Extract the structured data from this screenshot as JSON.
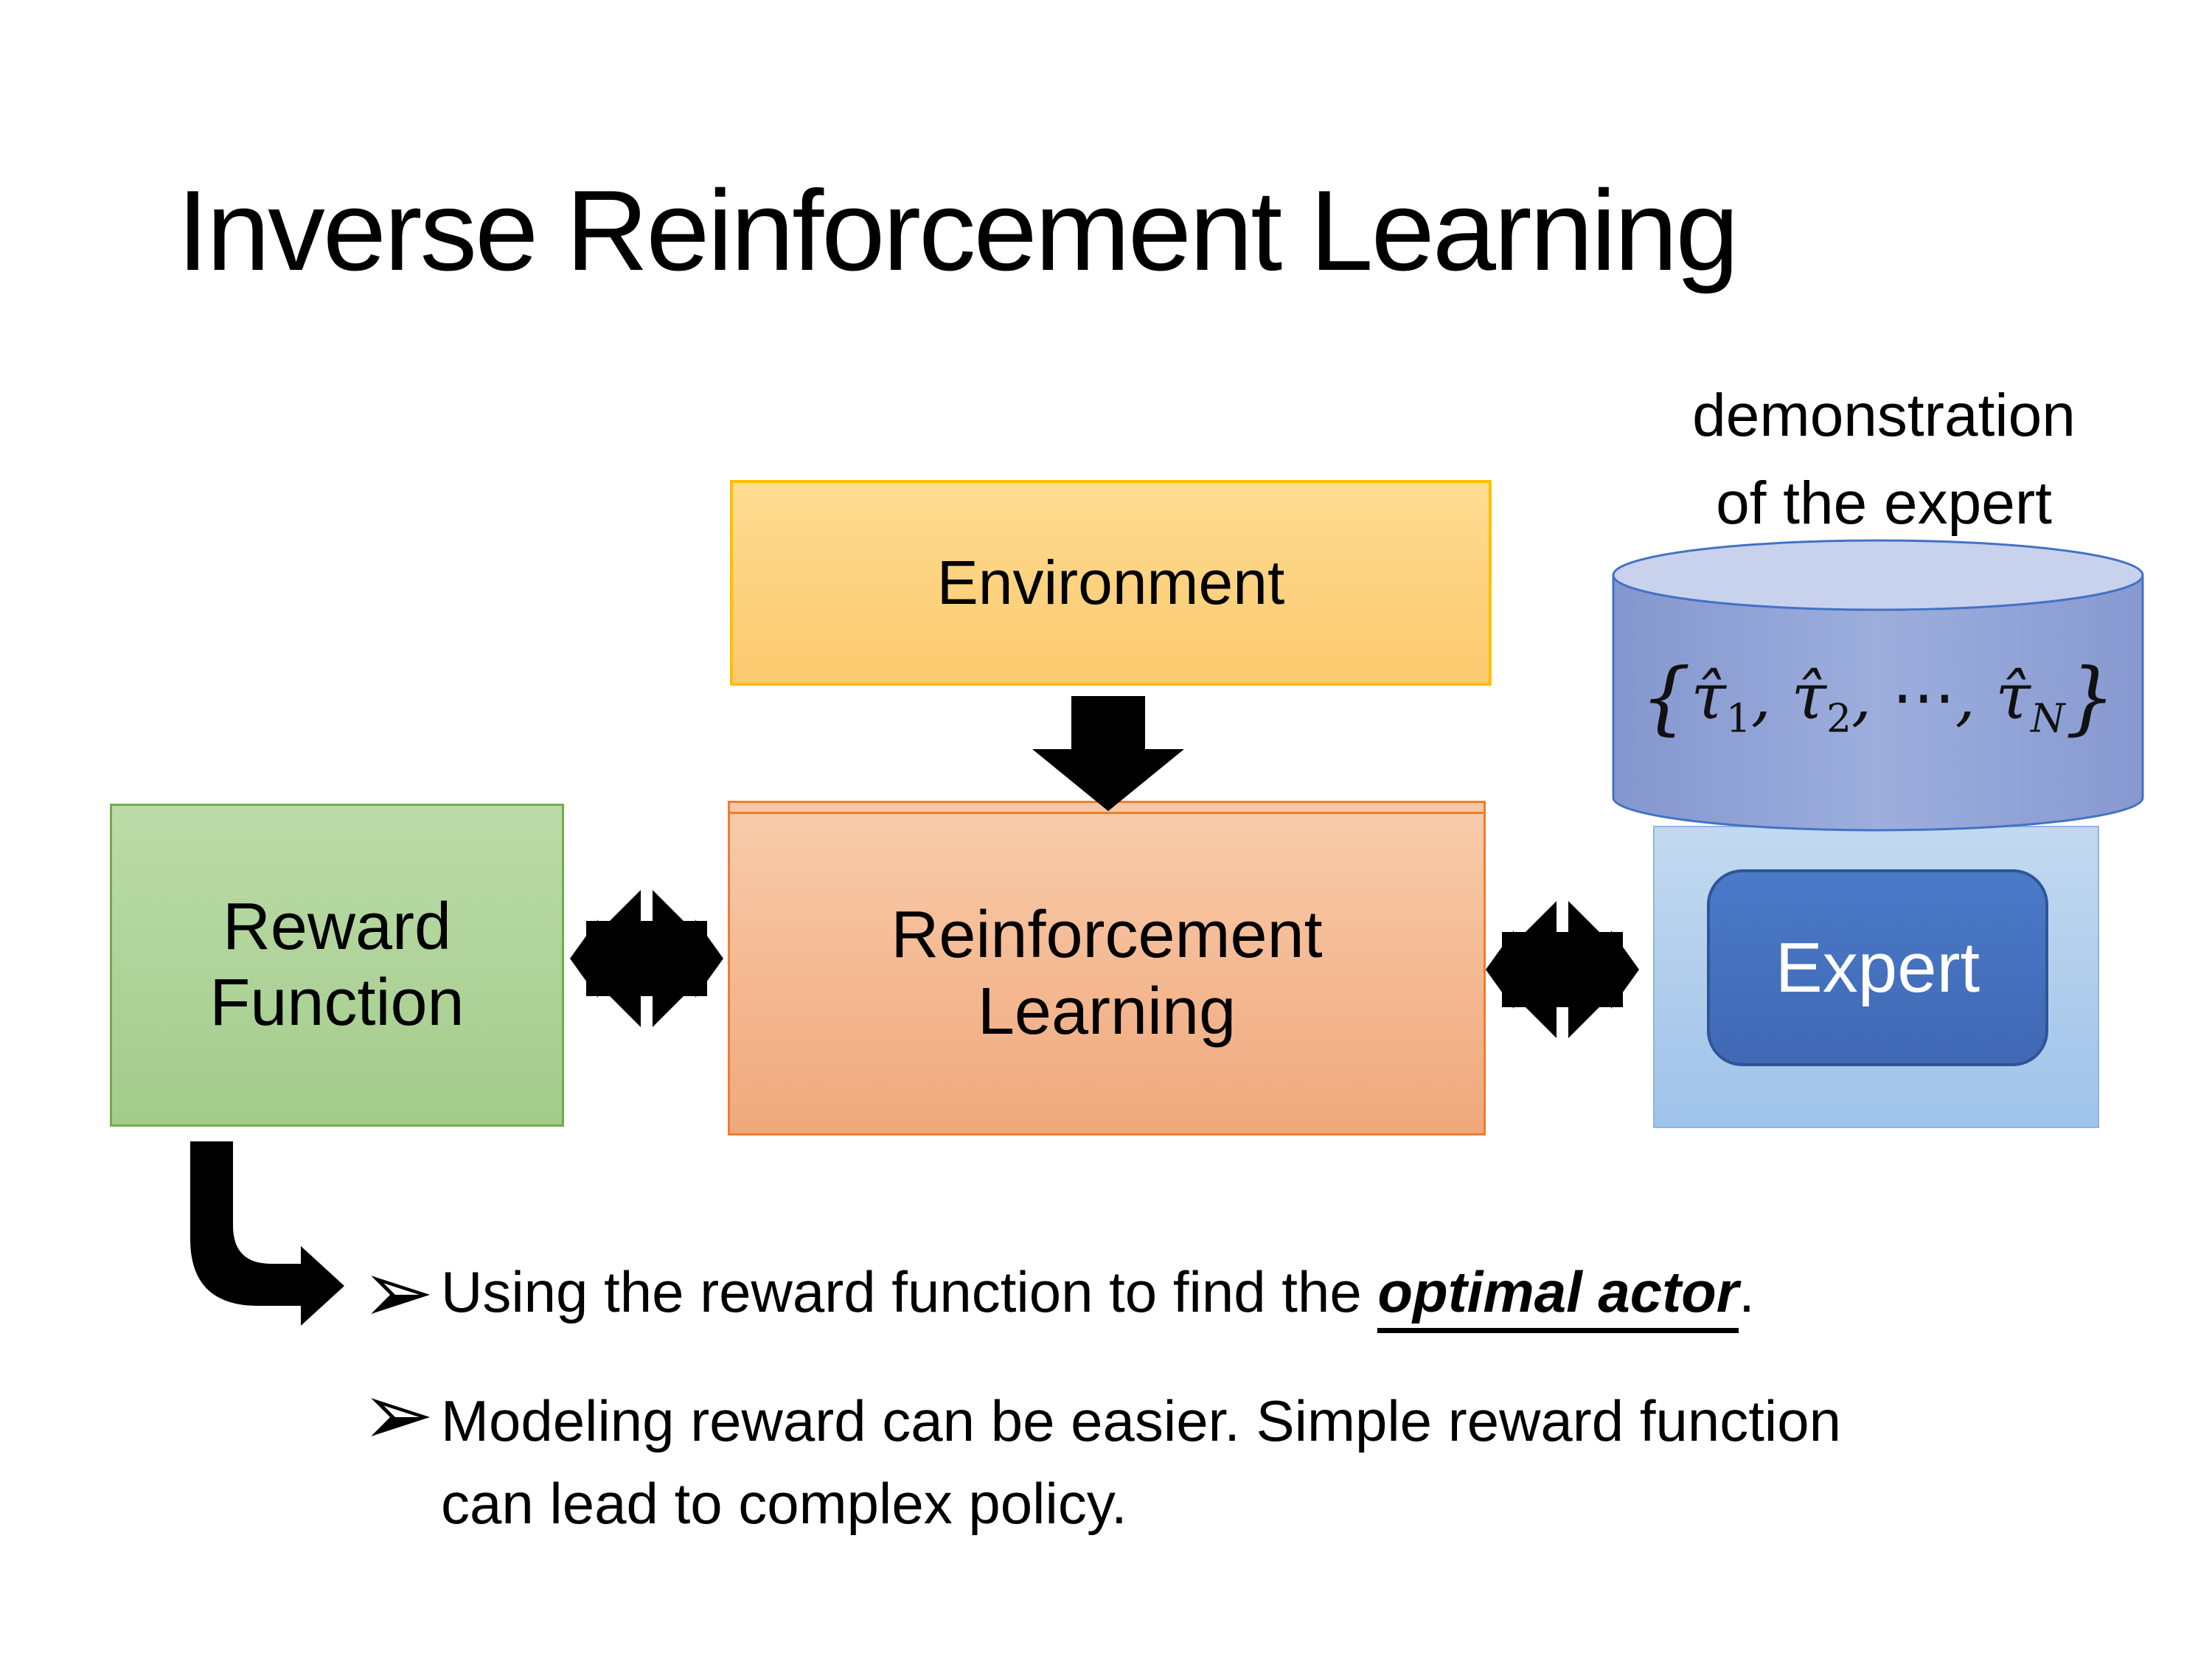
{
  "slide": {
    "title": "Inverse Reinforcement Learning",
    "background_color": "#FFFFFF"
  },
  "diagram": {
    "environment": {
      "label": "Environment",
      "fill_top": "#FEDC92",
      "fill_bottom": "#FBC96E",
      "border_color": "#FFC000"
    },
    "reward_function": {
      "label": "Reward Function",
      "fill_top": "#BCDBA8",
      "fill_bottom": "#A3CC8C",
      "border_color": "#70AD47"
    },
    "reinforcement_learning": {
      "label": "Reinforcement Learning",
      "fill_top": "#F8CBAA",
      "fill_bottom": "#F0A87C",
      "border_color": "#ED7D31"
    },
    "expert": {
      "label": "Expert",
      "button_fill": "#4472C4",
      "button_border": "#2F5597",
      "text_color": "#FFFFFF",
      "panel_fill_top": "#C3D9F0",
      "panel_fill_bottom": "#9FC3E9"
    },
    "demonstration": {
      "line1": "demonstration",
      "line2": "of the expert"
    },
    "trajectory_set": {
      "open_brace": "{",
      "tau_hat": "τ̂",
      "sub_first": "1",
      "sub_second": "2",
      "sub_last": "N",
      "separator": ", ",
      "cdots": "⋯",
      "close_brace": "}",
      "cylinder_fill": "#96A9DA",
      "cylinder_top_fill": "#C9D2ED",
      "cylinder_border": "#4472C4"
    },
    "arrow_color": "#000000"
  },
  "bullets": {
    "marker": "➢",
    "item1": {
      "pre": "Using the reward function to find the ",
      "emphasis": "optimal actor",
      "post": "."
    },
    "item2": {
      "text": "Modeling reward can be easier. Simple reward function can lead to complex policy."
    }
  }
}
